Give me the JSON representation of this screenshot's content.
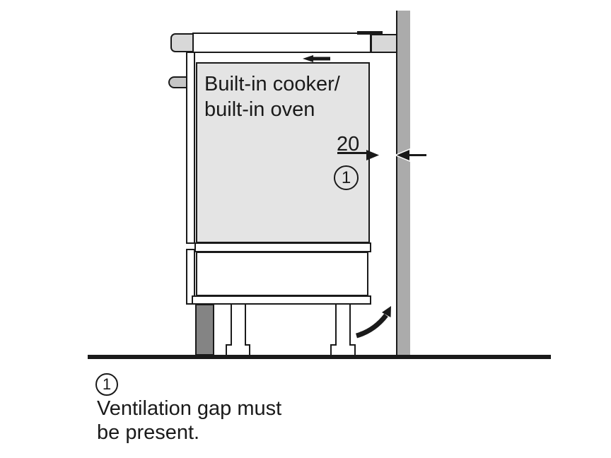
{
  "diagram": {
    "oven_label_line1": "Built-in cooker/",
    "oven_label_line2": "built-in oven",
    "dimension": {
      "value": "20",
      "callout": "1"
    },
    "legend": {
      "marker": "1",
      "line1": "Ventilation gap must",
      "line2": "be present."
    }
  },
  "icons": {
    "airflow_arrow_left": "left-arrow",
    "dimension_arrow_right": "right-arrow",
    "dimension_arrow_left": "left-arrow-with-halo",
    "airflow_curved_arrow": "curved-up-right-arrow"
  },
  "colors": {
    "background": "#ffffff",
    "outline": "#1a1a1a",
    "oven_fill": "#e4e4e4",
    "wall_fill": "#ababab",
    "plinth_fill": "#848484",
    "worktop_fill": "#d8d8d8",
    "handle_fill": "#c6c6c6"
  }
}
